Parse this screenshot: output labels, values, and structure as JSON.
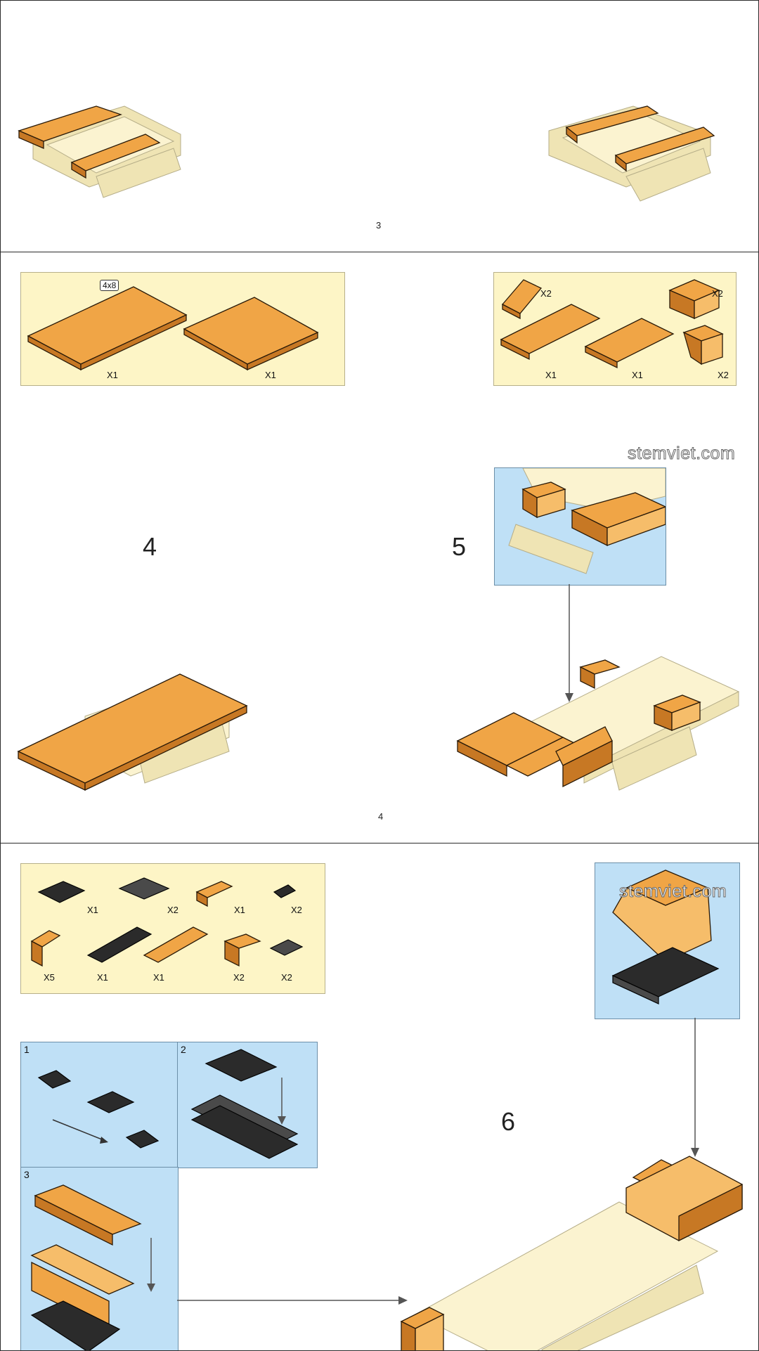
{
  "pages": [
    {
      "number": "3"
    },
    {
      "number": "4",
      "steps": [
        {
          "number": "4"
        },
        {
          "number": "5"
        }
      ],
      "parts_a": {
        "tag": "4x8",
        "qty": [
          "X1",
          "X1"
        ]
      },
      "parts_b": {
        "qty": [
          "X2",
          "X2",
          "X1",
          "X1",
          "X2"
        ]
      },
      "watermark": "stemviet.com"
    },
    {
      "steps": [
        {
          "number": "6"
        }
      ],
      "parts": {
        "qty": [
          "X1",
          "X2",
          "X1",
          "X2",
          "X5",
          "X1",
          "X1",
          "X2",
          "X2"
        ]
      },
      "substeps": [
        "1",
        "2",
        "3"
      ],
      "watermark": "stemviet.com"
    }
  ],
  "colors": {
    "brick": "#f0a546",
    "base": "#fbf3d0",
    "inset": "#bfe0f6",
    "parts_bg": "#fdf5c6"
  }
}
